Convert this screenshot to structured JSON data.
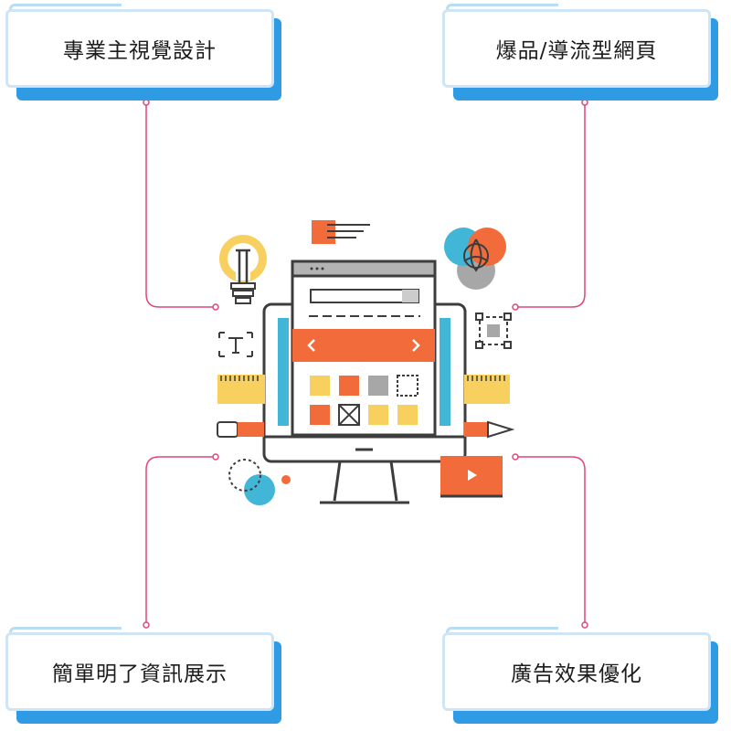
{
  "cards": {
    "top_left": "專業主視覺設計",
    "top_right": "爆品/導流型網頁",
    "bottom_left": "簡單明了資訊展示",
    "bottom_right": "廣告效果優化"
  },
  "colors": {
    "card_shadow": "#2e9be4",
    "card_border": "#cfe5f6",
    "connector": "#e0457b",
    "accent_orange": "#f26b3a",
    "accent_yellow": "#f7d060",
    "accent_blue": "#41b6d6",
    "gray": "#a7a7a7"
  },
  "icons": [
    "lightbulb-icon",
    "text-tool-icon",
    "ruler-icon",
    "pencil-icon",
    "color-wheel-icon",
    "selection-box-icon",
    "video-player-icon",
    "monitor-icon"
  ]
}
